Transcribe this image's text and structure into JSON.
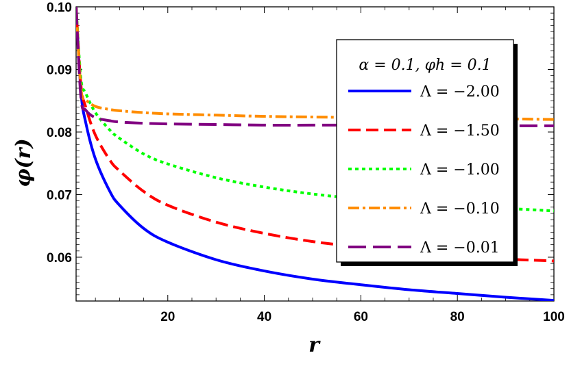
{
  "chart_data": {
    "type": "line",
    "xlabel": "r",
    "ylabel": "φ(r)",
    "xlim": [
      1,
      100
    ],
    "ylim": [
      0.053,
      0.1
    ],
    "x_ticks": [
      20,
      40,
      60,
      80,
      100
    ],
    "x_tick_labels": [
      "20",
      "40",
      "60",
      "80",
      "100"
    ],
    "y_ticks": [
      0.06,
      0.07,
      0.08,
      0.09,
      0.1
    ],
    "y_tick_labels": [
      "0.06",
      "0.07",
      "0.08",
      "0.09",
      "0.10"
    ],
    "grid": false,
    "legend_title": "α = 0.1,  φh = 0.1",
    "legend_position": "top-right",
    "x": [
      1,
      2,
      3,
      5,
      8,
      10,
      15,
      20,
      30,
      40,
      50,
      60,
      70,
      80,
      90,
      100
    ],
    "series": [
      {
        "name": "Λ = −2.00",
        "color": "#0000ff",
        "dash": "solid",
        "values": [
          0.1,
          0.0865,
          0.0815,
          0.0757,
          0.0705,
          0.0683,
          0.0646,
          0.0624,
          0.0596,
          0.0578,
          0.0565,
          0.0556,
          0.0548,
          0.0542,
          0.0536,
          0.0531
        ]
      },
      {
        "name": "Λ = −1.50",
        "color": "#ff0000",
        "dash": "dashed",
        "values": [
          0.1,
          0.0875,
          0.084,
          0.0795,
          0.0755,
          0.0738,
          0.0705,
          0.0683,
          0.0656,
          0.0638,
          0.0625,
          0.0616,
          0.0608,
          0.0602,
          0.0597,
          0.0594
        ]
      },
      {
        "name": "Λ = −1.00",
        "color": "#00ff00",
        "dash": "dotted",
        "values": [
          0.1,
          0.0885,
          0.0862,
          0.0831,
          0.0803,
          0.079,
          0.0765,
          0.0749,
          0.0727,
          0.0712,
          0.0701,
          0.0693,
          0.0687,
          0.0682,
          0.0678,
          0.0674
        ]
      },
      {
        "name": "Λ = −0.10",
        "color": "#ff8c00",
        "dash": "dashdot",
        "values": [
          0.1,
          0.087,
          0.0852,
          0.0841,
          0.0836,
          0.0834,
          0.0831,
          0.0829,
          0.0827,
          0.0825,
          0.0824,
          0.0823,
          0.0822,
          0.0821,
          0.0821,
          0.082
        ]
      },
      {
        "name": "Λ = −0.01",
        "color": "#800080",
        "dash": "longdash",
        "values": [
          0.1,
          0.0855,
          0.0835,
          0.0823,
          0.0818,
          0.0816,
          0.0814,
          0.0813,
          0.0812,
          0.0811,
          0.0811,
          0.0811,
          0.0811,
          0.0811,
          0.081,
          0.081
        ]
      }
    ]
  }
}
